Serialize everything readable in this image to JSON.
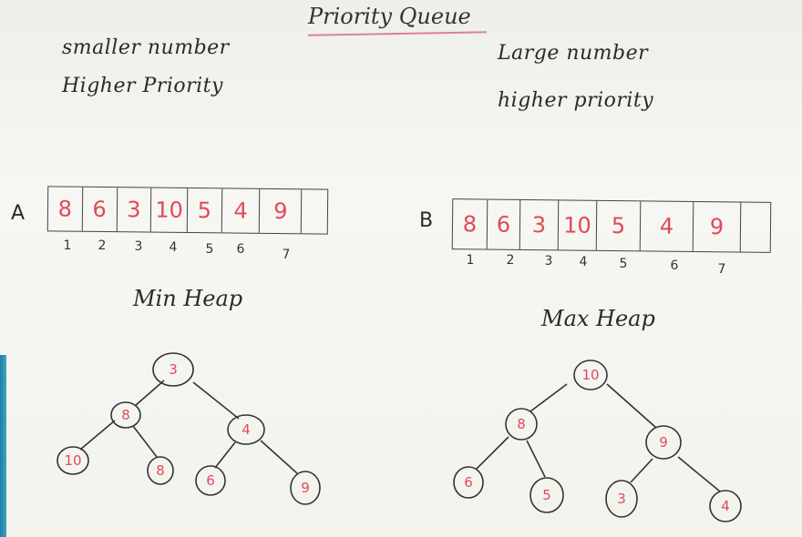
{
  "title": "Priority Queue",
  "left": {
    "note_line1": "smaller number",
    "note_line2": "Higher Priority",
    "array_name": "A",
    "array_values": [
      "8",
      "6",
      "3",
      "10",
      "5",
      "4",
      "9",
      ""
    ],
    "indices": [
      "1",
      "2",
      "3",
      "4",
      "5",
      "6",
      "7"
    ],
    "heap_title": "Min Heap",
    "nodes": [
      "3",
      "8",
      "4",
      "10",
      "8",
      "6",
      "9"
    ]
  },
  "right": {
    "note_line1": "Large number",
    "note_line2": "higher priority",
    "array_name": "B",
    "array_values": [
      "8",
      "6",
      "3",
      "10",
      "5",
      "4",
      "9",
      ""
    ],
    "indices": [
      "1",
      "2",
      "3",
      "4",
      "5",
      "6",
      "7"
    ],
    "heap_title": "Max Heap",
    "nodes": [
      "10",
      "8",
      "9",
      "6",
      "5",
      "3",
      "4"
    ]
  },
  "colors": {
    "ink": "#2a2a2a",
    "marker_red": "#e04a5a",
    "board": "#f3f3ee"
  }
}
